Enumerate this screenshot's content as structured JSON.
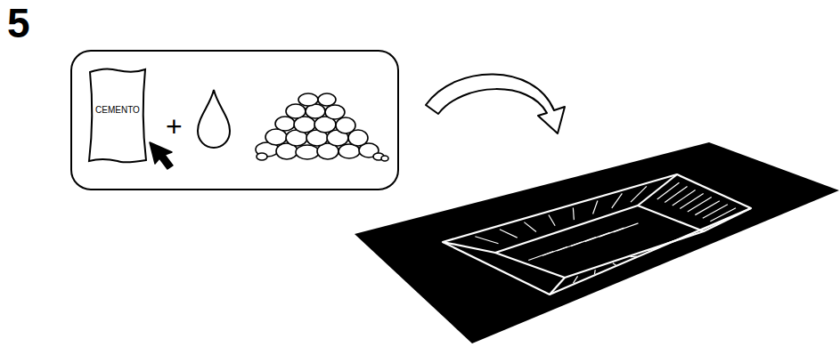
{
  "diagram": {
    "nodes": [
      {
        "text": [
          "CEMENTO"
        ]
      }
    ],
    "labels": [
      "5",
      "+"
    ]
  }
}
